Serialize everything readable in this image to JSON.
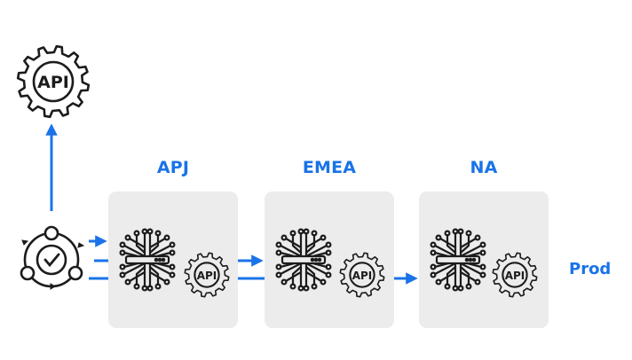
{
  "colors": {
    "accent": "#1a73e8",
    "stroke": "#1c1c1c",
    "box_fill": "#ececec"
  },
  "top_gear": {
    "label": "API",
    "icon": "api-gear-icon"
  },
  "deploy_icon": {
    "icon": "cycle-check-icon"
  },
  "regions": [
    {
      "label": "APJ",
      "icons": [
        "network-hub-icon",
        "api-gear-icon"
      ],
      "api_label": "API"
    },
    {
      "label": "EMEA",
      "icons": [
        "network-hub-icon",
        "api-gear-icon"
      ],
      "api_label": "API"
    },
    {
      "label": "NA",
      "icons": [
        "network-hub-icon",
        "api-gear-icon"
      ],
      "api_label": "API"
    }
  ],
  "prod_label": "Prod"
}
